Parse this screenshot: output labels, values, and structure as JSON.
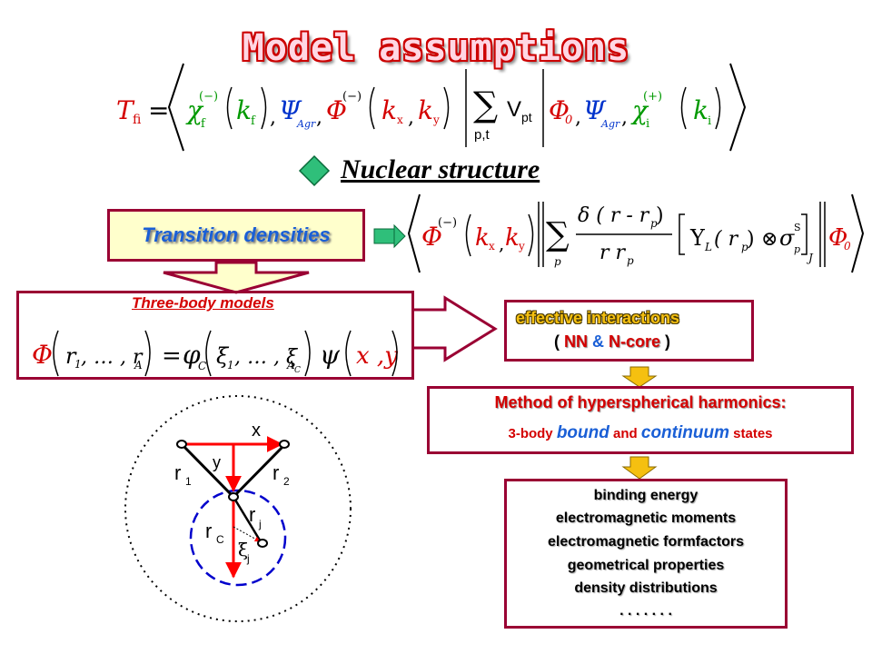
{
  "title": "Model assumptions",
  "nuclear_structure": "Nuclear structure",
  "transition_densities": "Transition densities",
  "three_body_models": "Three-body models",
  "effective": {
    "line1": "effective interactions",
    "paren_open": "( ",
    "nn": "NN",
    "amp": " & ",
    "ncore": "N-core",
    "paren_close": " )"
  },
  "method": {
    "line1": "Method of hyperspherical harmonics:",
    "prefix": "3-body ",
    "bound": "bound",
    "and": " and ",
    "continuum": "continuum",
    "suffix": " states"
  },
  "results": [
    "binding energy",
    "electromagnetic moments",
    "electromagnetic formfactors",
    "geometrical properties",
    "density distributions",
    ". . . . . . ."
  ],
  "geometry_labels": {
    "x": "x",
    "y": "y",
    "r1": "r",
    "r1_sub": "1",
    "r2": "r",
    "r2_sub": "2",
    "rj": "r",
    "rj_sub": "j",
    "rc": "r",
    "rc_sub": "C",
    "xi": "ξ",
    "xi_sub": "j"
  },
  "formula_top": {
    "T": "T",
    "T_sub": "fi",
    "eq": "=",
    "chi_f": "χ",
    "chi_f_sup": "(−)",
    "chi_f_sub": "f",
    "k_f": "k",
    "k_f_sub": "f",
    "psi": "Ψ",
    "psi_sub": "Agr",
    "phi": "Φ",
    "phi_sup": "(−)",
    "kx": "k",
    "kx_sub": "x",
    "ky": "k",
    "ky_sub": "y",
    "sum_sub": "p,t",
    "V": "V",
    "V_sub": "pt",
    "phi0": "Φ",
    "phi0_sub": "0",
    "psi2_sub": "Agr",
    "chi_i": "χ",
    "chi_i_sup": "(+)",
    "chi_i_sub": "i",
    "k_i": "k",
    "k_i_sub": "i"
  },
  "formula_td": {
    "phi": "Φ",
    "phi_sup": "(−)",
    "kx": "k",
    "kx_sub": "x",
    "ky": "k",
    "ky_sub": "y",
    "sum_sub": "p",
    "num": "δ ( r - r",
    "num_sub": "p",
    "num_close": " )",
    "den": "r r",
    "den_sub": "p",
    "Y": "Y",
    "Y_sub": "L",
    "Y_arg": "( r",
    "Y_arg_sub": "p",
    "Y_arg_close": " )",
    "otimes": "⊗",
    "sigma": "σ",
    "sigma_sub": "p",
    "sigma_sup": "S",
    "J": "J",
    "phi0": "Φ",
    "phi0_sub": "0"
  },
  "formula_3b": {
    "phi": "Φ",
    "args": "r",
    "args_sub1": "1",
    "dots": ", … , r",
    "args_subA": "A",
    "eq": "=",
    "phiC": "φ",
    "phiC_sub": "C",
    "xi": "ξ",
    "xi_sub1": "1",
    "xi_dots": ", … , ξ",
    "xi_subAC": "A",
    "xi_subAC2": "C",
    "psi": "ψ",
    "xy": "x ,y"
  },
  "colors": {
    "accent_red": "#d40000",
    "frame": "#9a0033",
    "green": "#009900",
    "blue": "#0033cc",
    "diamond": "#2fbf7a",
    "yellow": "#f5c010"
  }
}
